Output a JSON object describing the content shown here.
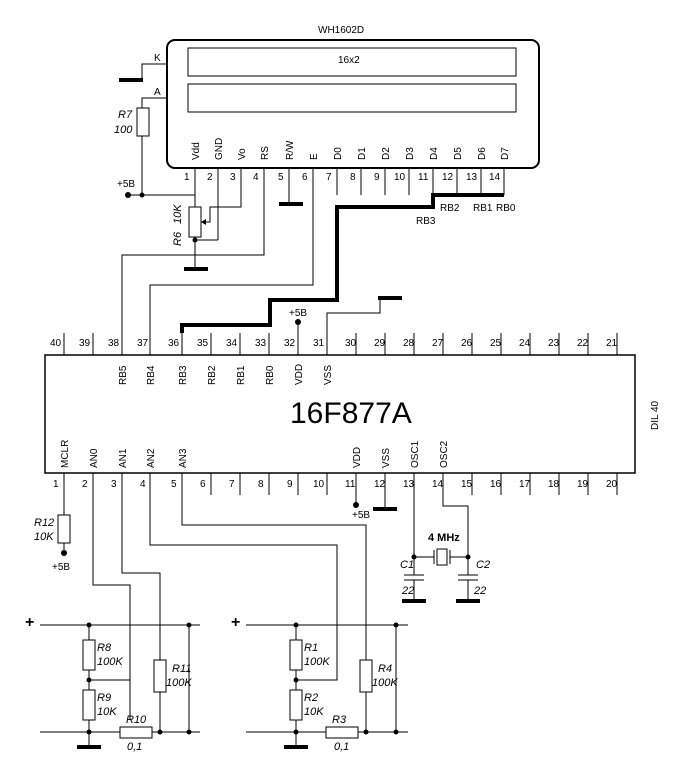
{
  "lcd": {
    "model": "WH1602D",
    "screen_label": "16x2",
    "pin_k": "K",
    "pin_a": "A",
    "pin_names": [
      "Vdd",
      "GND",
      "Vo",
      "RS",
      "R/W",
      "E",
      "D0",
      "D1",
      "D2",
      "D3",
      "D4",
      "D5",
      "D6",
      "D7"
    ],
    "pin_numbers": [
      "1",
      "2",
      "3",
      "4",
      "5",
      "6",
      "7",
      "8",
      "9",
      "10",
      "11",
      "12",
      "13",
      "14"
    ],
    "bus_labels": {
      "rb2": "RB2",
      "rb3": "RB3",
      "rb1": "RB1",
      "rb0": "RB0"
    }
  },
  "mcu": {
    "name": "16F877A",
    "package": "DIL 40",
    "top_numbers": [
      "40",
      "39",
      "38",
      "37",
      "36",
      "35",
      "34",
      "33",
      "32",
      "31",
      "30",
      "29",
      "28",
      "27",
      "26",
      "25",
      "24",
      "23",
      "22",
      "21"
    ],
    "top_names": [
      "RB5",
      "RB4",
      "RB3",
      "RB2",
      "RB1",
      "RB0",
      "VDD",
      "VSS"
    ],
    "bottom_numbers": [
      "1",
      "2",
      "3",
      "4",
      "5",
      "6",
      "7",
      "8",
      "9",
      "10",
      "11",
      "12",
      "13",
      "14",
      "15",
      "16",
      "17",
      "18",
      "19",
      "20"
    ],
    "bottom_names": [
      "MCLR",
      "AN0",
      "AN1",
      "AN2",
      "AN3",
      "VDD",
      "VSS",
      "OSC1",
      "OSC2"
    ]
  },
  "components": {
    "r7_name": "R7",
    "r7_val": "100",
    "r6_name": "R6",
    "r6_val": "10K",
    "r12_name": "R12",
    "r12_val": "10K",
    "r8_name": "R8",
    "r8_val": "100K",
    "r9_name": "R9",
    "r9_val": "10K",
    "r10_name": "R10",
    "r10_val": "0,1",
    "r11_name": "R11",
    "r11_val": "100K",
    "r1_name": "R1",
    "r1_val": "100K",
    "r2_name": "R2",
    "r2_val": "10K",
    "r3_name": "R3",
    "r3_val": "0,1",
    "r4_name": "R4",
    "r4_val": "100K",
    "c1_name": "C1",
    "c1_val": "22",
    "c2_name": "C2",
    "c2_val": "22",
    "crystal": "4 MHz"
  },
  "supply": {
    "plus5": "+5B",
    "plus": "+"
  }
}
